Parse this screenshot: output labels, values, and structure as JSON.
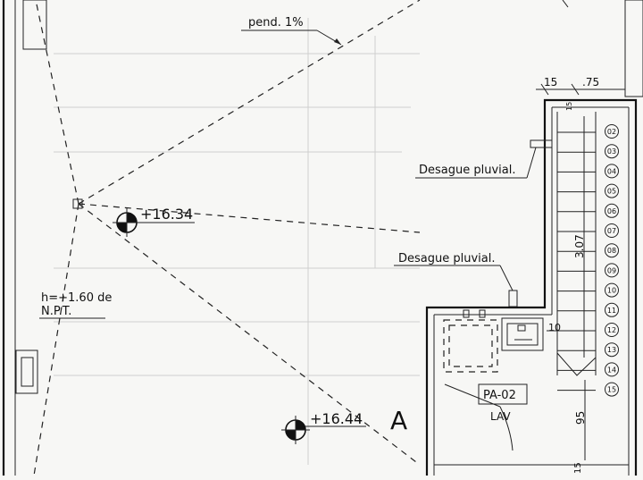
{
  "labels": {
    "slope": "pend. 1%",
    "drain_upper": "Desague pluvial.",
    "drain_lower": "Desague pluvial.",
    "height_line1": "h=+1.60 de",
    "height_line2": "N.P.T.",
    "level_upper": "+16.34",
    "level_lower": "+16.44",
    "section_marker": "A",
    "room_code": "PA-02",
    "room_name": "LAV",
    "dim_top_a": "15",
    "dim_top_b": ".75",
    "dim_top_small": "15",
    "dim_stair_len": "3.07",
    "dim_side_small": "10",
    "dim_bottom": "95",
    "dim_bottom_small": "15"
  },
  "stair_steps": [
    "02",
    "03",
    "04",
    "05",
    "06",
    "07",
    "08",
    "09",
    "10",
    "11",
    "12",
    "13",
    "14",
    "15"
  ]
}
